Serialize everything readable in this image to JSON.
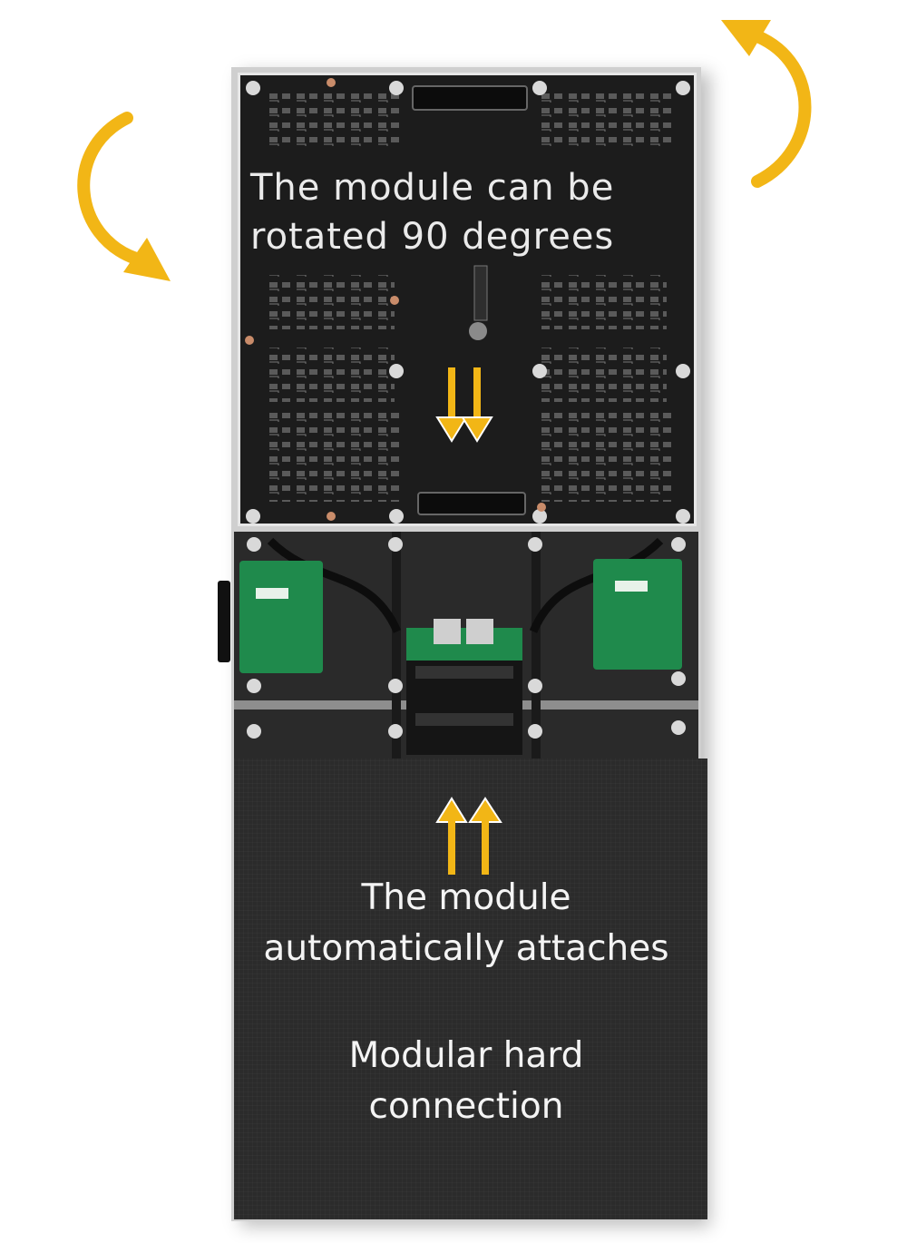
{
  "captions": {
    "rotate": {
      "line1": "The  module  can  be",
      "line2": "rotated 90 degrees"
    },
    "attach": {
      "line1": "The module",
      "line2": "automatically attaches"
    },
    "hard_connection": {
      "line1": "Modular hard",
      "line2": "connection"
    }
  },
  "colors": {
    "arrow_accent": "#f2b616",
    "module_face": "#2b2b2b",
    "pcb_back": "#1d1d1d",
    "board_green": "#1f8a4c"
  },
  "icons": {
    "rotate_left": "curved-arrow-icon",
    "rotate_right": "curved-arrow-icon",
    "down": "double-down-arrow-icon",
    "up": "double-up-arrow-icon"
  }
}
